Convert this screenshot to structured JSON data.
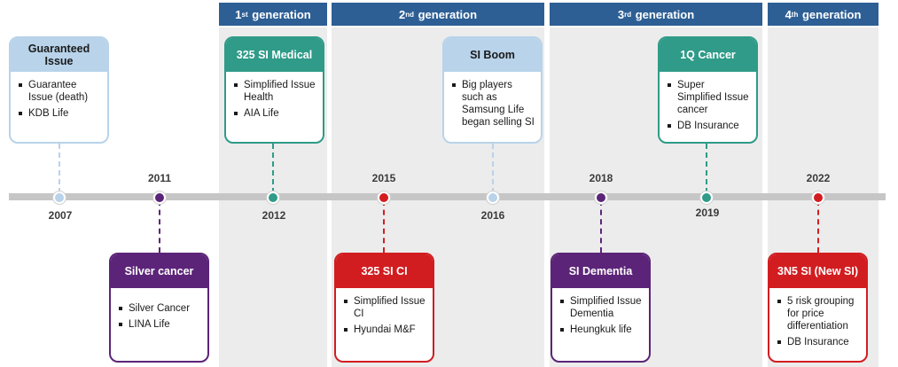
{
  "generations": [
    {
      "num": "1",
      "suffix": "st",
      "label": " generation"
    },
    {
      "num": "2",
      "suffix": "nd",
      "label": " generation"
    },
    {
      "num": "3",
      "suffix": "rd",
      "label": " generation"
    },
    {
      "num": "4",
      "suffix": "th",
      "label": " generation"
    }
  ],
  "colors": {
    "light_blue": "#b8d3ea",
    "teal": "#2f9b88",
    "purple": "#5c2478",
    "red": "#d21d20",
    "header_blue": "#2d5f95"
  },
  "events": [
    {
      "year": "2007",
      "title": "Guaranteed Issue",
      "bullets": [
        "Guarantee Issue (death)",
        "KDB Life"
      ]
    },
    {
      "year": "2011",
      "title": "Silver cancer",
      "bullets": [
        "Silver Cancer",
        "LINA Life"
      ]
    },
    {
      "year": "2012",
      "title": "325 SI Medical",
      "bullets": [
        "Simplified Issue Health",
        "AIA Life"
      ]
    },
    {
      "year": "2015",
      "title": "325 SI CI",
      "bullets": [
        "Simplified Issue CI",
        "Hyundai M&F"
      ]
    },
    {
      "year": "2016",
      "title": "SI Boom",
      "bullets": [
        "Big players such as Samsung Life began selling SI"
      ]
    },
    {
      "year": "2018",
      "title": "SI Dementia",
      "bullets": [
        "Simplified Issue Dementia",
        "Heungkuk life"
      ]
    },
    {
      "year": "2019",
      "title": "1Q Cancer",
      "bullets": [
        "Super Simplified Issue cancer",
        "DB Insurance"
      ]
    },
    {
      "year": "2022",
      "title": "3N5 SI (New SI)",
      "bullets": [
        "5 risk grouping for price differentiation",
        "DB Insurance"
      ]
    }
  ]
}
